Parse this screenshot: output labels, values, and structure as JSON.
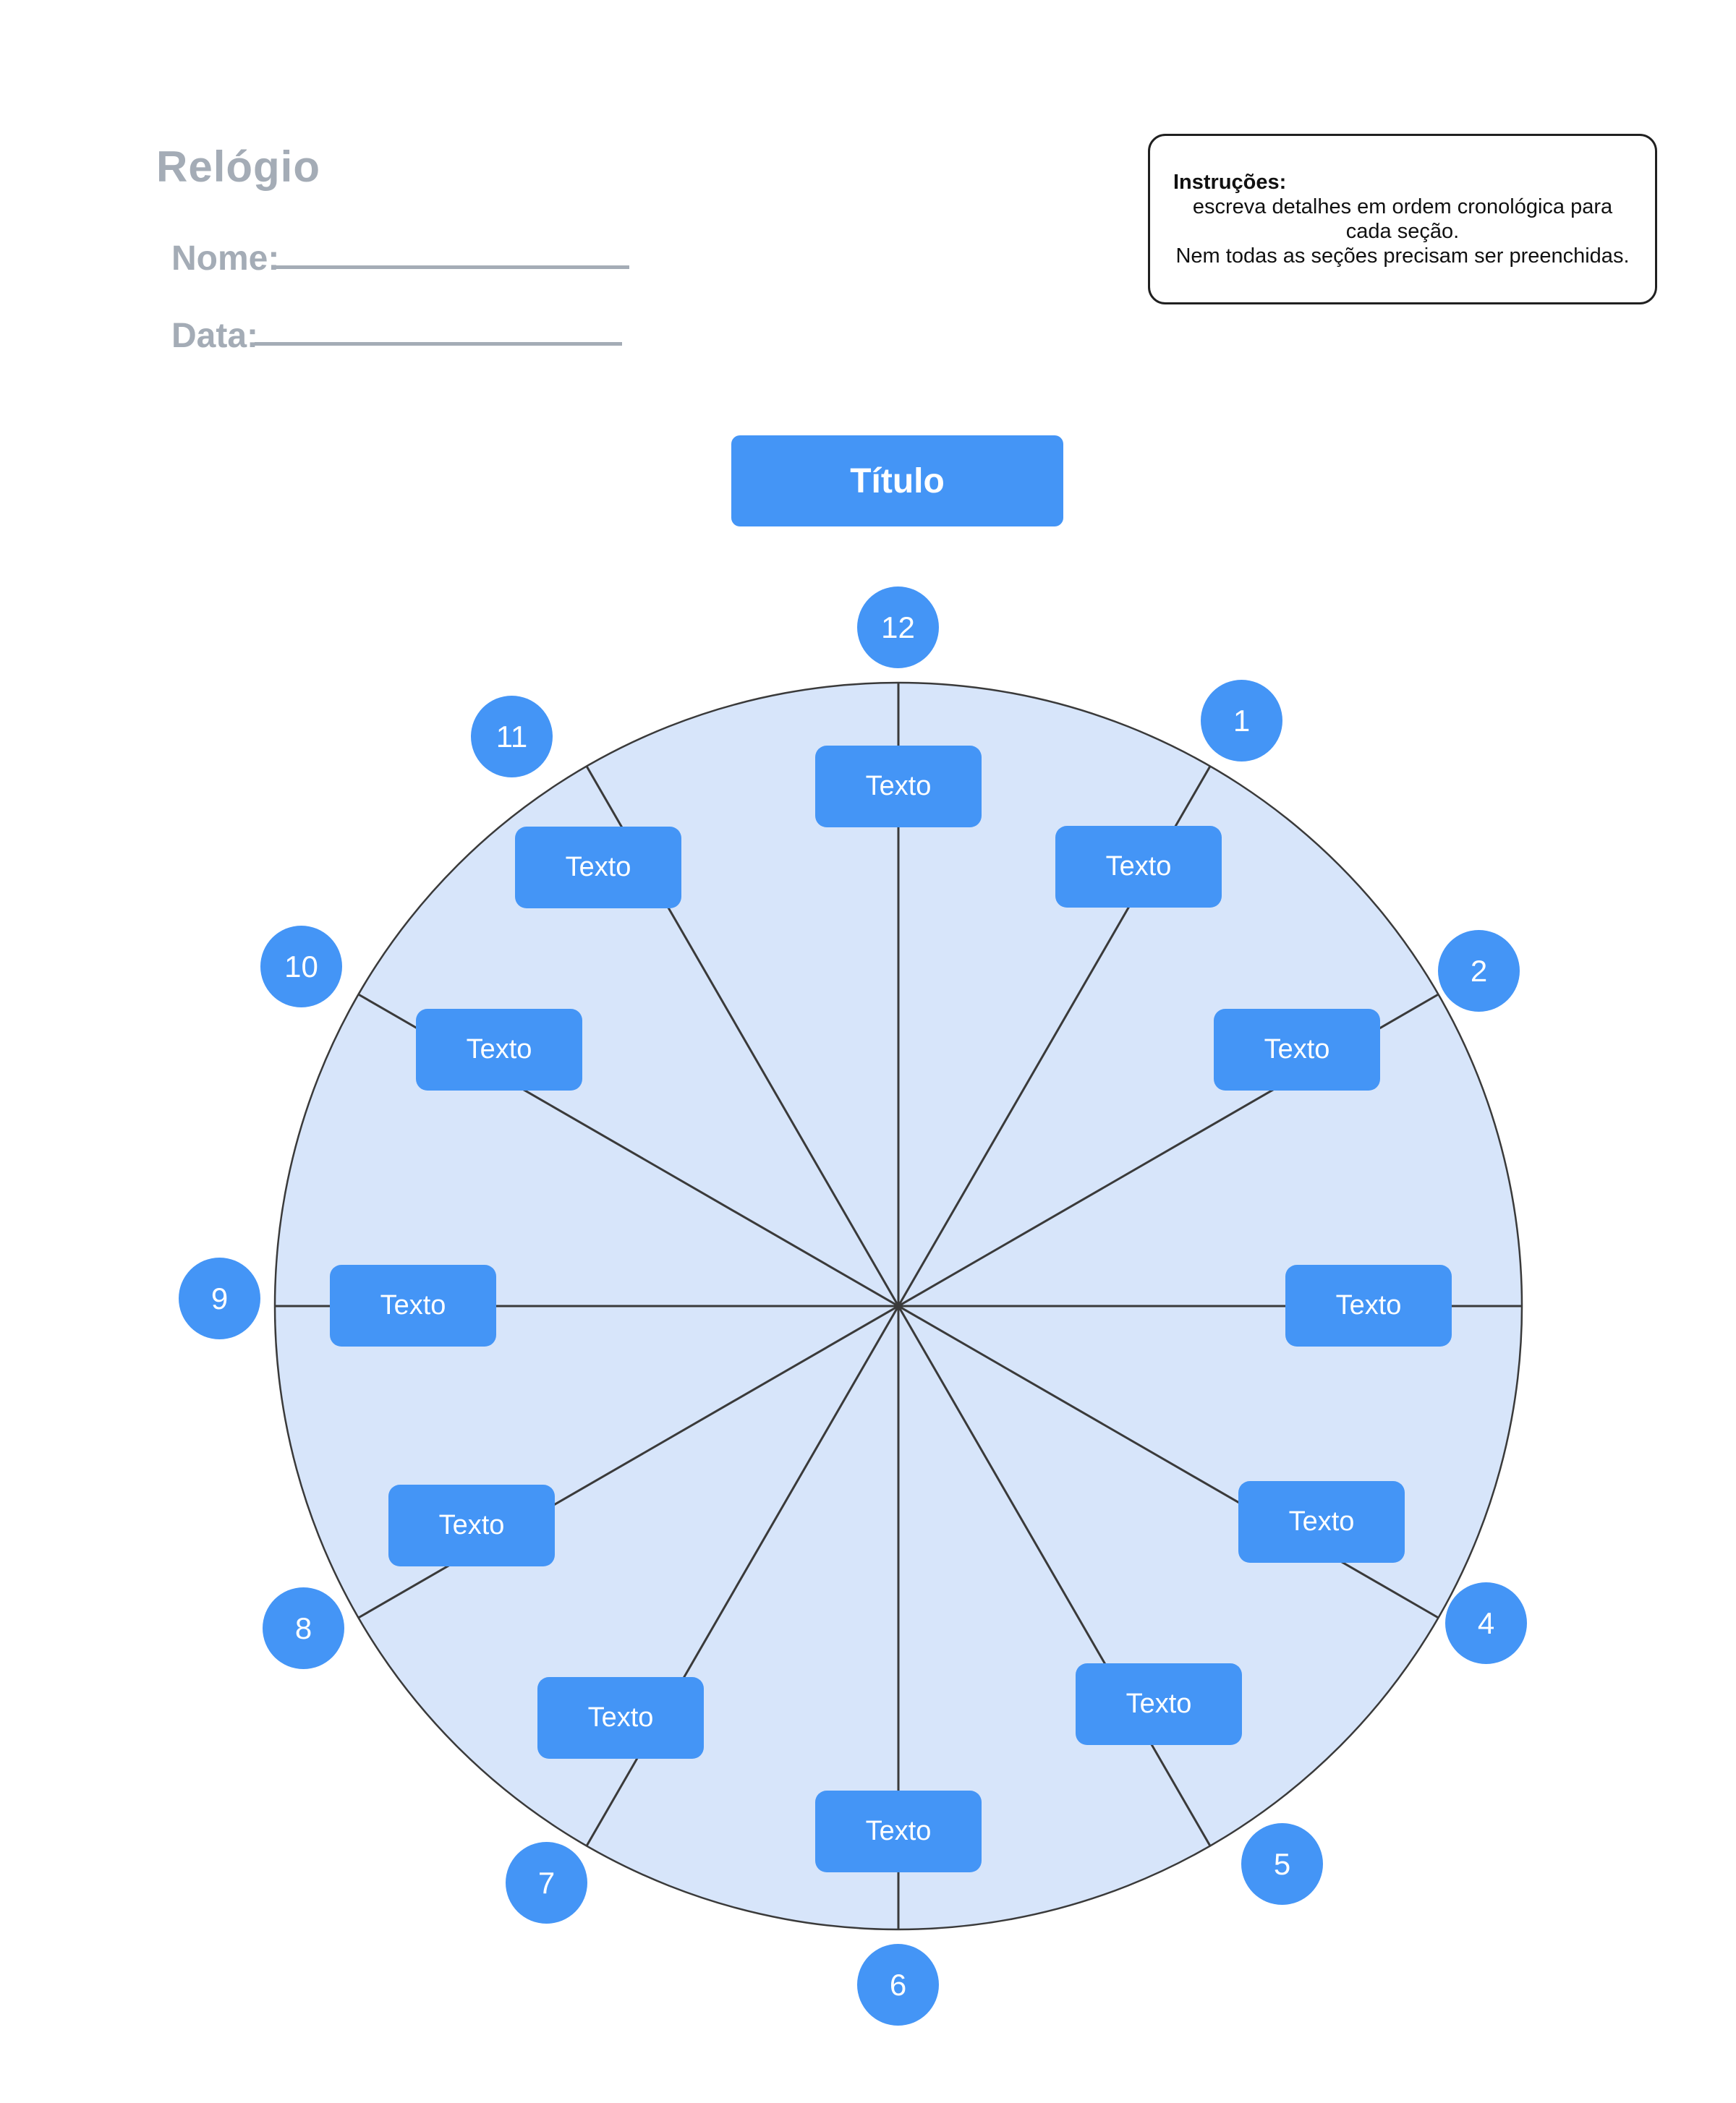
{
  "page": {
    "title": "Relógio",
    "name_label": "Nome:",
    "date_label": "Data:"
  },
  "instructions": {
    "heading": "Instruções:",
    "lines": [
      "escreva detalhes em ordem cronológica para",
      "cada seção.",
      "Nem todas as seções precisam ser preenchidas."
    ]
  },
  "diagram": {
    "title_button_label": "Título",
    "box_label": "Texto",
    "badge_labels": [
      "12",
      "1",
      "2",
      "4",
      "5",
      "6",
      "7",
      "8",
      "9",
      "10",
      "11"
    ],
    "colors": {
      "accent_blue": "#4495F6",
      "circle_fill": "#D7E5FA",
      "line_color": "#3A3A3A",
      "heading_gray": "#A4ACB6"
    }
  }
}
